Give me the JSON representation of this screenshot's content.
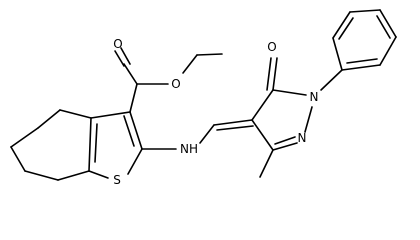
{
  "atoms": {
    "o_carbonyl": "O",
    "o_ester": "O",
    "s_thiophene": "S",
    "nh_amine": "NH",
    "o_pyrazolone": "O",
    "n1_pyrazolone": "N",
    "n2_pyrazolone": "N"
  }
}
